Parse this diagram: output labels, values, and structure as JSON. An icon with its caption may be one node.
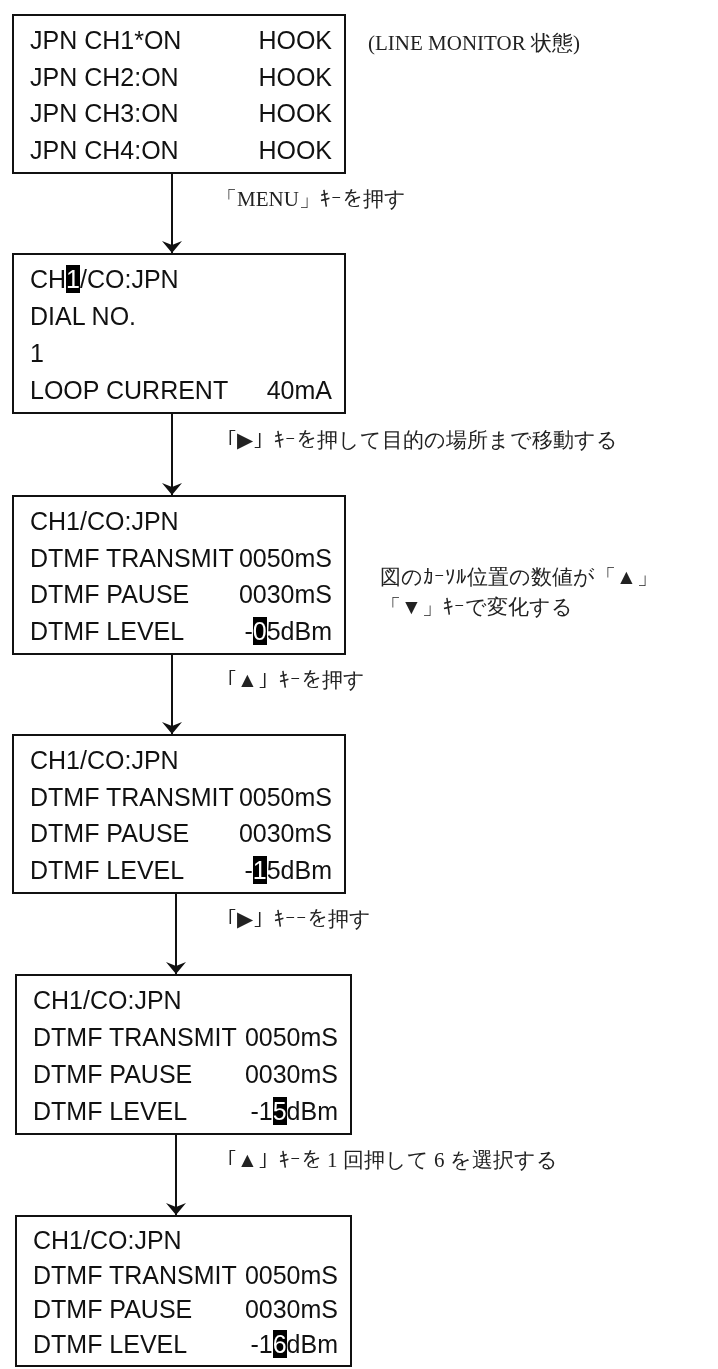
{
  "diagram": {
    "nodes": [
      {
        "text": [
          "JPN CH1*ON",
          "HOOK",
          "JPN CH2:ON",
          "HOOK",
          "JPN CH3:ON",
          "HOOK",
          "JPN CH4:ON",
          "HOOK"
        ],
        "beside": [
          "(LINE MONITOR 状態)"
        ]
      },
      {
        "text": [
          "CH1/CO:JPN",
          "DIAL NO.",
          "1",
          "LOOP CURRENT",
          "40mA"
        ]
      },
      {
        "text": [
          "CH1/CO:JPN",
          "DTMF TRANSMIT",
          "0050mS",
          "DTMF PAUSE",
          "0030mS",
          "DTMF LEVEL",
          "-05dBm"
        ],
        "beside": [
          "図のｶｰｿﾙ位置の数値が「▲」「▼」ｷｰで変化する"
        ]
      },
      {
        "text": [
          "CH1/CO:JPN",
          "DTMF TRANSMIT",
          "0050mS",
          "DTMF PAUSE",
          "0030mS",
          "DTMF LEVEL",
          "-15dBm"
        ]
      },
      {
        "text": [
          "CH1/CO:JPN",
          "DTMF TRANSMIT",
          "0050mS",
          "DTMF PAUSE",
          "0030mS",
          "DTMF LEVEL",
          "-15dBm"
        ]
      },
      {
        "text": [
          "CH1/CO:JPN",
          "DTMF TRANSMIT",
          "0050mS",
          "DTMF PAUSE",
          "0030mS",
          "DTMF LEVEL",
          "-16dBm"
        ]
      }
    ],
    "edges": [
      {
        "from": 0,
        "to": 1,
        "arrow": "to",
        "label": "「MENU」ｷｰを押す"
      },
      {
        "from": 1,
        "to": 2,
        "arrow": "to",
        "label": "「▶」ｷｰを押して目的の場所まで移動する"
      },
      {
        "from": 2,
        "to": 3,
        "arrow": "to",
        "label": "「▲」ｷｰを押す"
      },
      {
        "from": 3,
        "to": 4,
        "arrow": "to",
        "label": "「▶」ｷｰｰを押す"
      },
      {
        "from": 4,
        "to": 5,
        "arrow": "to",
        "label": "「▲」ｷｰを 1 回押して 6 を選択する"
      }
    ]
  }
}
